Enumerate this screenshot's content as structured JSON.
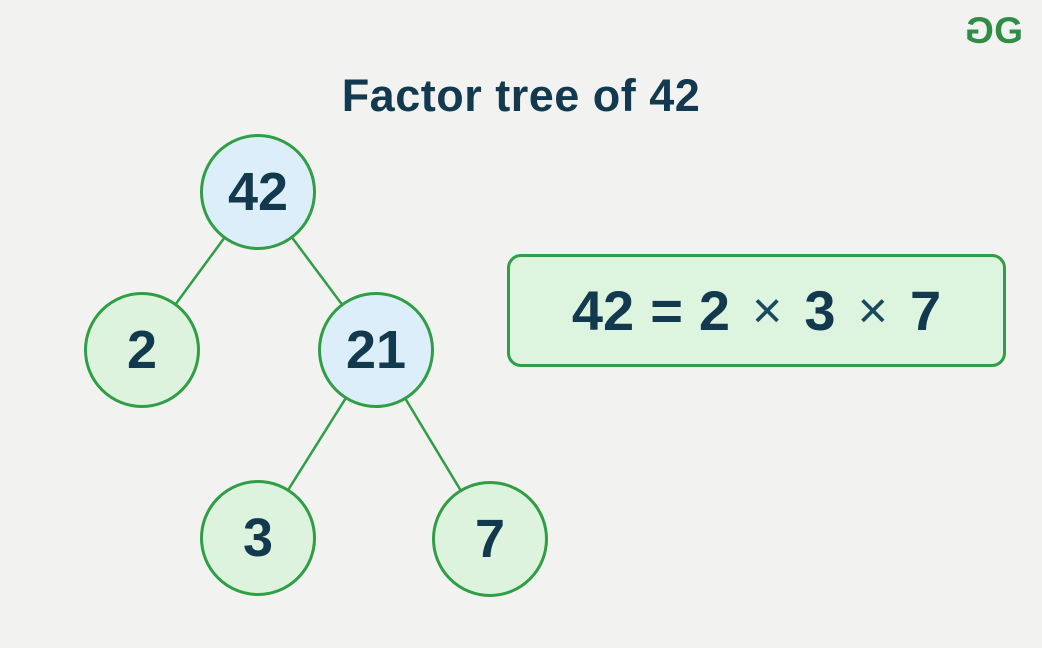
{
  "header": {
    "title": "Factor tree of 42"
  },
  "logo": {
    "name": "geeksforgeeks-logo",
    "glyph": "G",
    "color": "#2f8d46"
  },
  "tree": {
    "root_value": 42,
    "nodes": [
      {
        "label": "42",
        "variant": "blue",
        "role": "root"
      },
      {
        "label": "2",
        "variant": "green",
        "role": "prime-leaf"
      },
      {
        "label": "21",
        "variant": "blue",
        "role": "composite"
      },
      {
        "label": "3",
        "variant": "green",
        "role": "prime-leaf"
      },
      {
        "label": "7",
        "variant": "green",
        "role": "prime-leaf"
      }
    ],
    "edges": [
      [
        "42",
        "2"
      ],
      [
        "42",
        "21"
      ],
      [
        "21",
        "3"
      ],
      [
        "21",
        "7"
      ]
    ]
  },
  "equation": {
    "full_text": "42 = 2 × 3 × 7",
    "lhs": "42",
    "equals": "=",
    "factor1": "2",
    "times": "×",
    "factor2": "3",
    "factor3": "7"
  },
  "colors": {
    "background": "#f2f2f1",
    "green_border": "#2f9e44",
    "blue_fill": "#dceef9",
    "green_fill": "#ddf3dd",
    "text_navy": "#12394e",
    "logo_green": "#2f8d46"
  }
}
